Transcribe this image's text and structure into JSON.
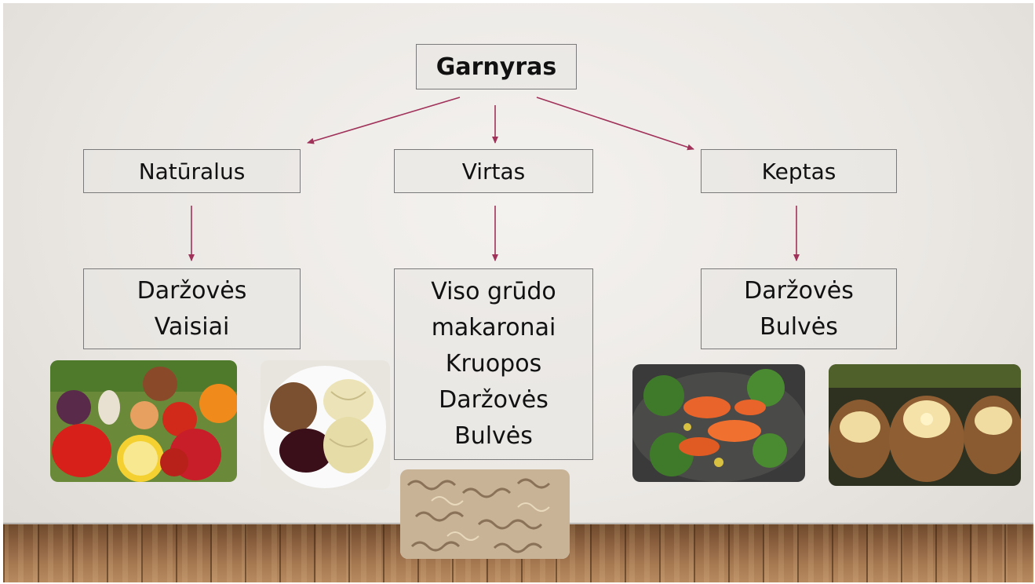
{
  "diagram": {
    "root": "Garnyras",
    "categories": [
      {
        "id": "naturalus",
        "label": "Natūralus",
        "items": [
          "Daržovės",
          "Vaisiai"
        ]
      },
      {
        "id": "virtas",
        "label": "Virtas",
        "items": [
          "Viso grūdo",
          "makaronai",
          "Kruopos",
          "Daržovės",
          "Bulvės"
        ]
      },
      {
        "id": "keptas",
        "label": "Keptas",
        "items": [
          "Daržovės",
          "Bulvės"
        ]
      }
    ]
  },
  "colors": {
    "arrow": "#a0325a",
    "box_border": "#7a7a7a",
    "text": "#111111"
  },
  "photos": [
    {
      "name": "fruits-vegetables-photo",
      "depicts": "assorted fruits and vegetables"
    },
    {
      "name": "buckwheat-plate-photo",
      "depicts": "plate with buckwheat, beets and cabbage"
    },
    {
      "name": "pasta-photo",
      "depicts": "whole grain fusilli pasta"
    },
    {
      "name": "roasted-vegetables-photo",
      "depicts": "roasted carrots and broccoli"
    },
    {
      "name": "baked-potatoes-photo",
      "depicts": "baked potatoes"
    }
  ]
}
